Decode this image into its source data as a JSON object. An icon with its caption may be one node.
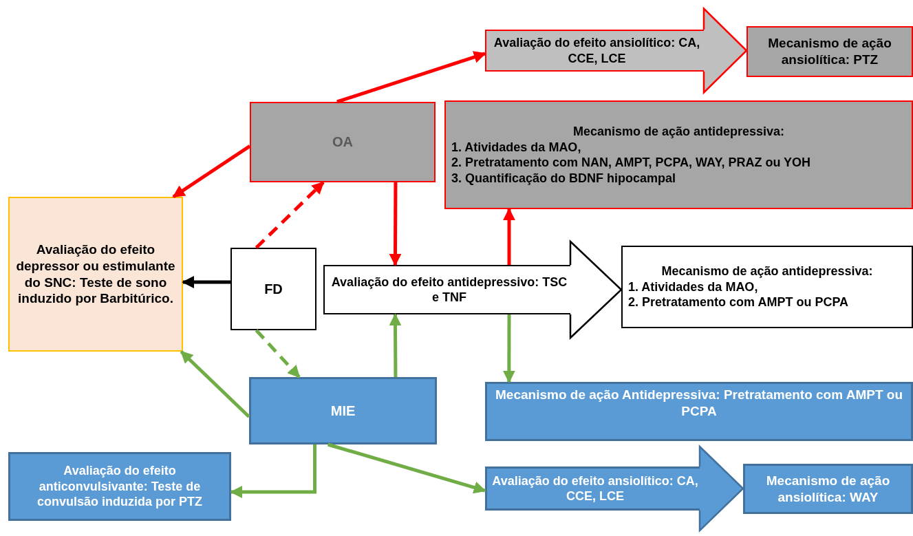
{
  "diagram": {
    "nodes": [
      {
        "text": [
          "OA"
        ]
      },
      {
        "text": [
          "Avaliação do efeito ansiolítico: CA, CCE, LCE"
        ]
      },
      {
        "text": [
          "Mecanismo de ação ansiolítica: PTZ"
        ]
      },
      {
        "text": [
          "Mecanismo de ação antidepressiva:",
          "1. Atividades da MAO,",
          "2. Pretratamento com NAN, AMPT, PCPA, WAY, PRAZ ou YOH",
          "3. Quantificação do BDNF hipocampal"
        ]
      },
      {
        "text": [
          "Avaliação do efeito depressor ou estimulante do SNC: Teste de sono induzido por Barbitúrico."
        ]
      },
      {
        "text": [
          "FD"
        ]
      },
      {
        "text": [
          "Avaliação do efeito antidepressivo: TSC e TNF"
        ]
      },
      {
        "text": [
          "Mecanismo de ação antidepressiva:",
          "1. Atividades da MAO,",
          "2. Pretratamento com AMPT ou PCPA"
        ]
      },
      {
        "text": [
          "MIE"
        ]
      },
      {
        "text": [
          "Mecanismo de ação Antidepressiva: Pretratamento com AMPT ou PCPA"
        ]
      },
      {
        "text": [
          "Avaliação do efeito anticonvulsivante: Teste de convulsão induzida por PTZ"
        ]
      },
      {
        "text": [
          "Avaliação do efeito ansiolítico: CA, CCE, LCE"
        ]
      },
      {
        "text": [
          "Mecanismo de ação ansiolítica: WAY"
        ]
      }
    ],
    "edges": [
      {
        "from": 0,
        "to": 1,
        "arrow": "to",
        "color": "#ff0000"
      },
      {
        "from": 0,
        "to": 4,
        "arrow": "to",
        "color": "#ff0000"
      },
      {
        "from": 5,
        "to": 0,
        "arrow": "to",
        "style": "dashed",
        "color": "#ff0000"
      },
      {
        "from": 0,
        "to": 6,
        "arrow": "to",
        "color": "#ff0000"
      },
      {
        "from": 6,
        "to": 3,
        "arrow": "to",
        "color": "#ff0000"
      },
      {
        "from": 5,
        "to": 4,
        "arrow": "to",
        "color": "#000000"
      },
      {
        "from": 5,
        "to": 8,
        "arrow": "to",
        "style": "dashed",
        "color": "#70ad47"
      },
      {
        "from": 8,
        "to": 4,
        "arrow": "to",
        "color": "#70ad47"
      },
      {
        "from": 8,
        "to": 6,
        "arrow": "to",
        "color": "#70ad47"
      },
      {
        "from": 6,
        "to": 9,
        "arrow": "to",
        "color": "#70ad47"
      },
      {
        "from": 8,
        "to": 10,
        "arrow": "to",
        "color": "#70ad47"
      },
      {
        "from": 8,
        "to": 11,
        "arrow": "to",
        "color": "#70ad47"
      },
      {
        "from": 1,
        "to": 2,
        "arrow": "to",
        "color": "#ff0000"
      },
      {
        "from": 6,
        "to": 7,
        "arrow": "to",
        "color": "#000000"
      },
      {
        "from": 11,
        "to": 12,
        "arrow": "to",
        "color": "#41719c"
      }
    ]
  }
}
